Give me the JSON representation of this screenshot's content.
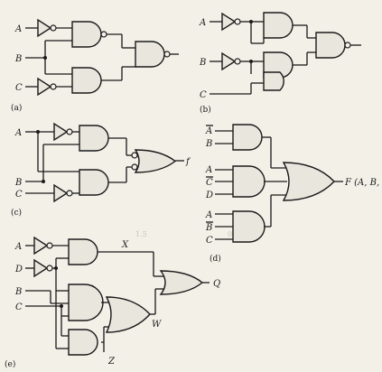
{
  "colors": {
    "paper": "#f3f0e8",
    "ink": "#1a1a1a",
    "gate_fill": "#e9e6de"
  },
  "panels": {
    "a": {
      "caption": "(a)",
      "inputs": [
        "A",
        "B",
        "C"
      ]
    },
    "b": {
      "caption": "(b)",
      "inputs": [
        "A",
        "B",
        "C"
      ]
    },
    "c": {
      "caption": "(c)",
      "inputs": [
        "A",
        "B",
        "C"
      ],
      "output": "f"
    },
    "d": {
      "caption": "(d)",
      "output": "F (A, B, C, D)",
      "inputs": [
        "A",
        "B",
        "A",
        "C",
        "D",
        "A",
        "B",
        "C"
      ],
      "complemented": [
        true,
        false,
        false,
        true,
        false,
        false,
        true,
        false
      ]
    },
    "e": {
      "caption": "(e)",
      "inputs": [
        "A",
        "D",
        "B",
        "C"
      ],
      "signals": [
        "X",
        "Z",
        "W",
        "Q"
      ]
    }
  }
}
